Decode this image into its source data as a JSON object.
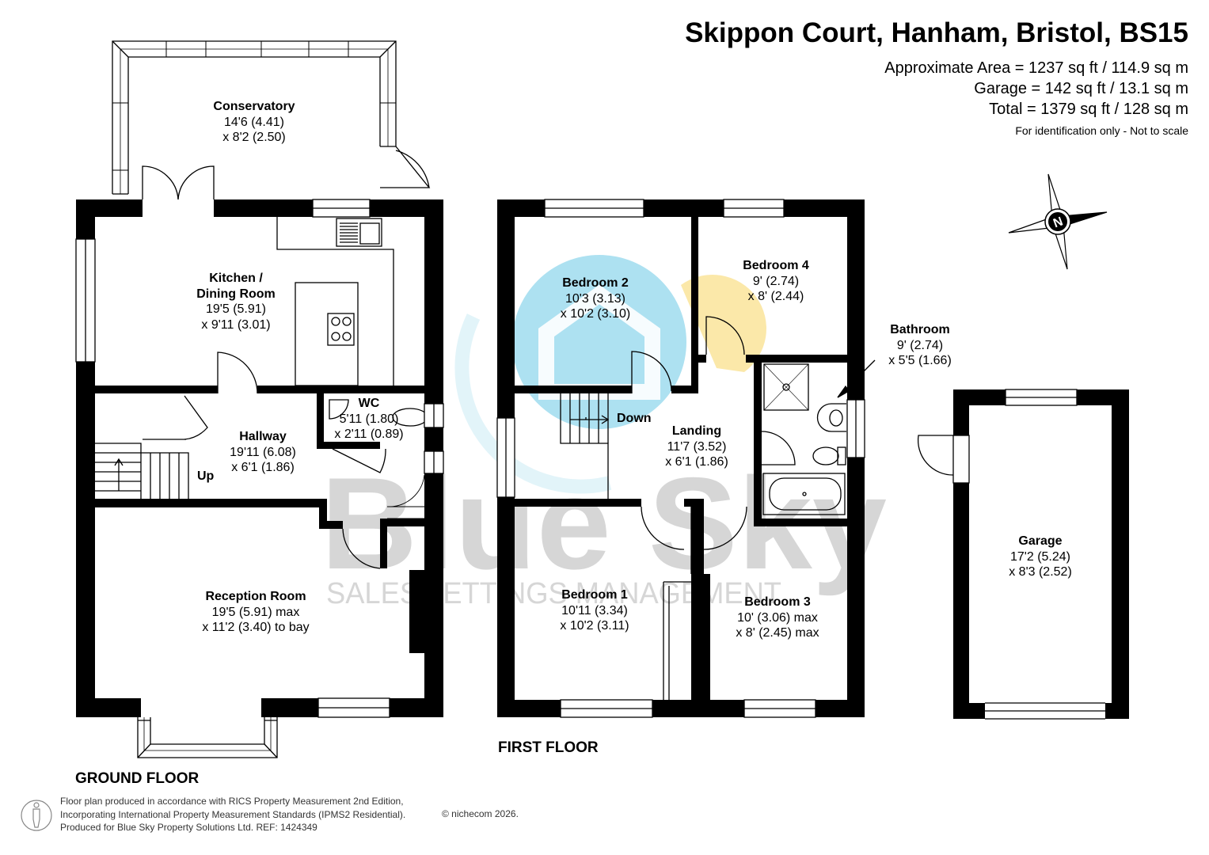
{
  "header": {
    "title": "Skippon Court, Hanham, Bristol, BS15",
    "approx_area": "Approximate Area = 1237 sq ft / 114.9 sq m",
    "garage_area": "Garage = 142 sq ft / 13.1 sq m",
    "total_area": "Total = 1379 sq ft / 128 sq m",
    "note": "For identification only - Not to scale"
  },
  "compass": {
    "letter": "N"
  },
  "watermark": {
    "brand": "Blue Sky",
    "tagline": "SALES LETTINGS MANAGEMENT"
  },
  "rooms": {
    "conservatory": {
      "name": "Conservatory",
      "dim1": "14'6 (4.41)",
      "dim2": "x 8'2 (2.50)"
    },
    "kitchen": {
      "name1": "Kitchen /",
      "name2": "Dining Room",
      "dim1": "19'5 (5.91)",
      "dim2": "x 9'11 (3.01)"
    },
    "wc": {
      "name": "WC",
      "dim1": "5'11 (1.80)",
      "dim2": "x 2'11 (0.89)"
    },
    "hallway": {
      "name": "Hallway",
      "dim1": "19'11 (6.08)",
      "dim2": "x 6'1 (1.86)"
    },
    "reception": {
      "name": "Reception Room",
      "dim1": "19'5 (5.91) max",
      "dim2": "x 11'2 (3.40) to bay"
    },
    "bedroom2": {
      "name": "Bedroom 2",
      "dim1": "10'3 (3.13)",
      "dim2": "x 10'2 (3.10)"
    },
    "bedroom4": {
      "name": "Bedroom 4",
      "dim1": "9' (2.74)",
      "dim2": "x 8' (2.44)"
    },
    "bathroom": {
      "name": "Bathroom",
      "dim1": "9' (2.74)",
      "dim2": "x 5'5 (1.66)"
    },
    "landing": {
      "name": "Landing",
      "dim1": "11'7 (3.52)",
      "dim2": "x 6'1 (1.86)"
    },
    "bedroom1": {
      "name": "Bedroom 1",
      "dim1": "10'11 (3.34)",
      "dim2": "x 10'2 (3.11)"
    },
    "bedroom3": {
      "name": "Bedroom 3",
      "dim1": "10' (3.06) max",
      "dim2": "x 8' (2.45) max"
    },
    "garage": {
      "name": "Garage",
      "dim1": "17'2 (5.24)",
      "dim2": "x 8'3 (2.52)"
    }
  },
  "stairs": {
    "up_label": "Up",
    "down_label": "Down"
  },
  "floors": {
    "ground": "GROUND FLOOR",
    "first": "FIRST FLOOR"
  },
  "footer": {
    "line1": "Floor plan produced in accordance with RICS Property Measurement 2nd Edition,",
    "line2": "Incorporating International Property Measurement Standards (IPMS2 Residential).",
    "line3": "Produced for Blue Sky Property Solutions Ltd.   REF:  1424349",
    "copyright": "© nichecom 2026."
  },
  "colors": {
    "wall": "#000000",
    "watermark_blue": "#9fdcef",
    "watermark_yellow": "#fbe5a0",
    "watermark_grey": "#c9c9c9"
  }
}
